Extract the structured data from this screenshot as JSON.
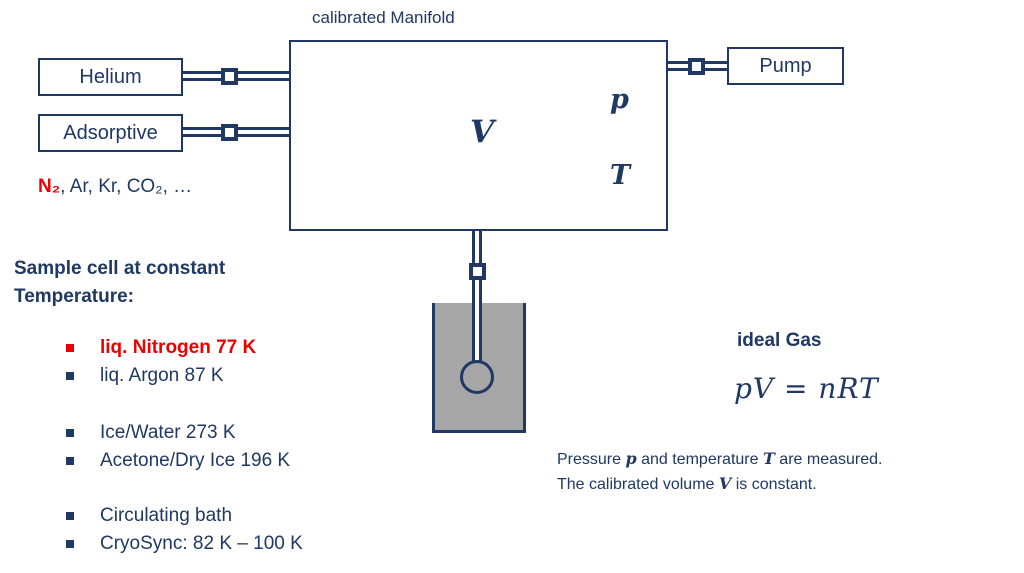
{
  "title": "calibrated Manifold",
  "manifold": {
    "volume_symbol": "V",
    "pressure_symbol": "p",
    "temperature_symbol": "T"
  },
  "sources": {
    "helium_label": "Helium",
    "adsorptive_label": "Adsorptive",
    "gas_list_red": "N₂",
    "gas_list_rest": ", Ar, Kr, CO₂, …"
  },
  "pump": {
    "label": "Pump"
  },
  "sample_cell": {
    "heading_line1": "Sample cell at constant",
    "heading_line2": "Temperature:",
    "bullets": [
      {
        "label": "liq. Nitrogen 77 K",
        "highlight": true
      },
      {
        "label": "liq. Argon 87 K",
        "highlight": false
      },
      {
        "label": "Ice/Water 273 K",
        "highlight": false
      },
      {
        "label": "Acetone/Dry Ice 196 K",
        "highlight": false
      },
      {
        "label": "Circulating bath",
        "highlight": false
      },
      {
        "label": "CryoSync: 82 K – 100 K",
        "highlight": false
      }
    ]
  },
  "ideal_gas": {
    "title": "ideal Gas",
    "equation": "pV = nRT",
    "note_parts": {
      "p1": "Pressure ",
      "p_sym": "p",
      "p2": " and temperature ",
      "t_sym": "T",
      "p3": " are measured.",
      "p4": "The calibrated volume ",
      "v_sym": "V",
      "p5": " is constant."
    }
  },
  "colors": {
    "navy": "#1f3864",
    "red": "#ee0000",
    "bath_gray": "#a6a6a6"
  }
}
